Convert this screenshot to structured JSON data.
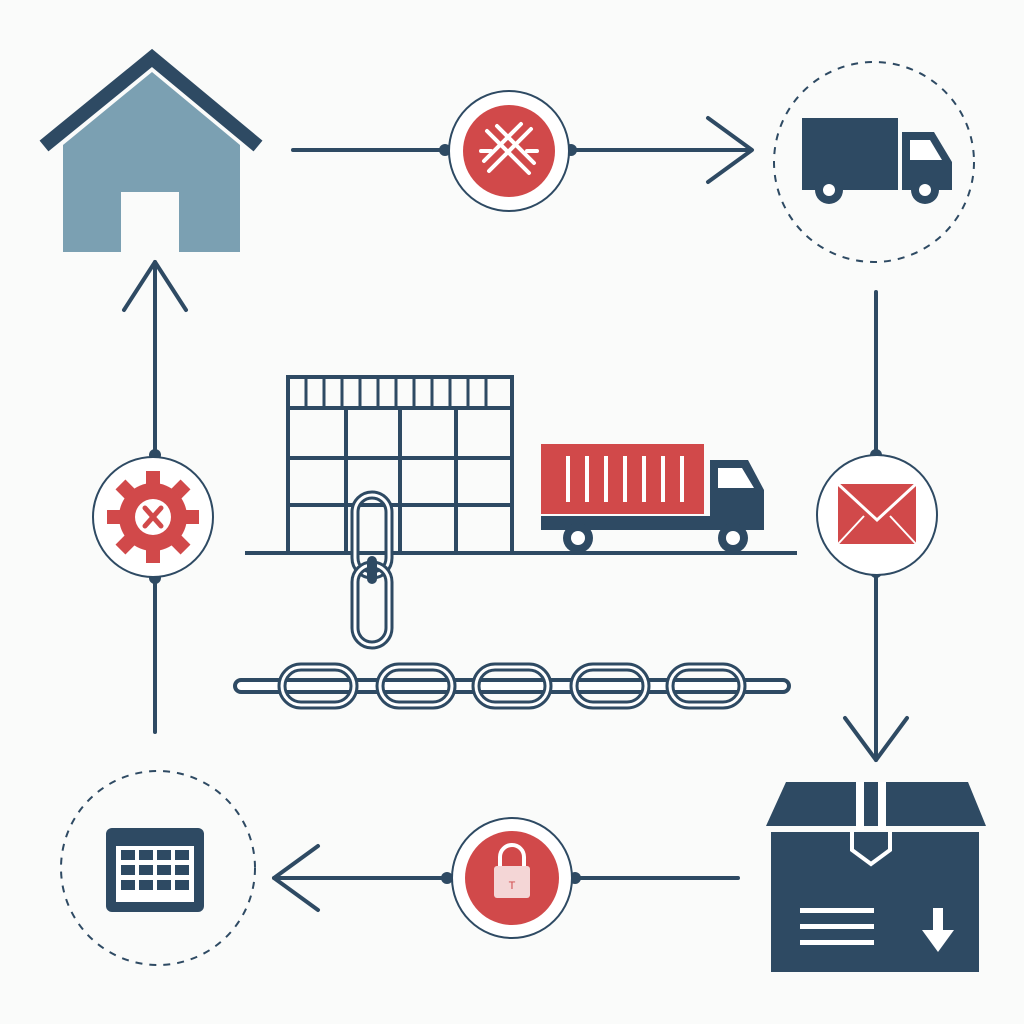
{
  "colors": {
    "navy": "#2e4a63",
    "slate_blue": "#7ba0b2",
    "red": "#d1494a",
    "background": "#fafbfa",
    "white": "#ffffff"
  },
  "nodes": [
    {
      "id": "home",
      "icon": "house-icon"
    },
    {
      "id": "transport",
      "icon": "delivery-truck-icon",
      "frame": "dashed-circle"
    },
    {
      "id": "package",
      "icon": "cardboard-box-icon"
    },
    {
      "id": "schedule",
      "icon": "calendar-grid-icon",
      "frame": "dashed-circle"
    }
  ],
  "connector_badges": [
    {
      "id": "disruption",
      "icon": "crossed-tools-icon"
    },
    {
      "id": "message",
      "icon": "envelope-icon"
    },
    {
      "id": "security",
      "icon": "padlock-icon",
      "label": "T"
    },
    {
      "id": "processing",
      "icon": "gear-wrench-icon"
    }
  ],
  "flow": [
    "home",
    "transport",
    "package",
    "schedule",
    "home"
  ],
  "center_scene": {
    "icons": [
      "warehouse-icon",
      "cargo-truck-icon",
      "vertical-chain-icon",
      "horizontal-chain-icon"
    ]
  }
}
